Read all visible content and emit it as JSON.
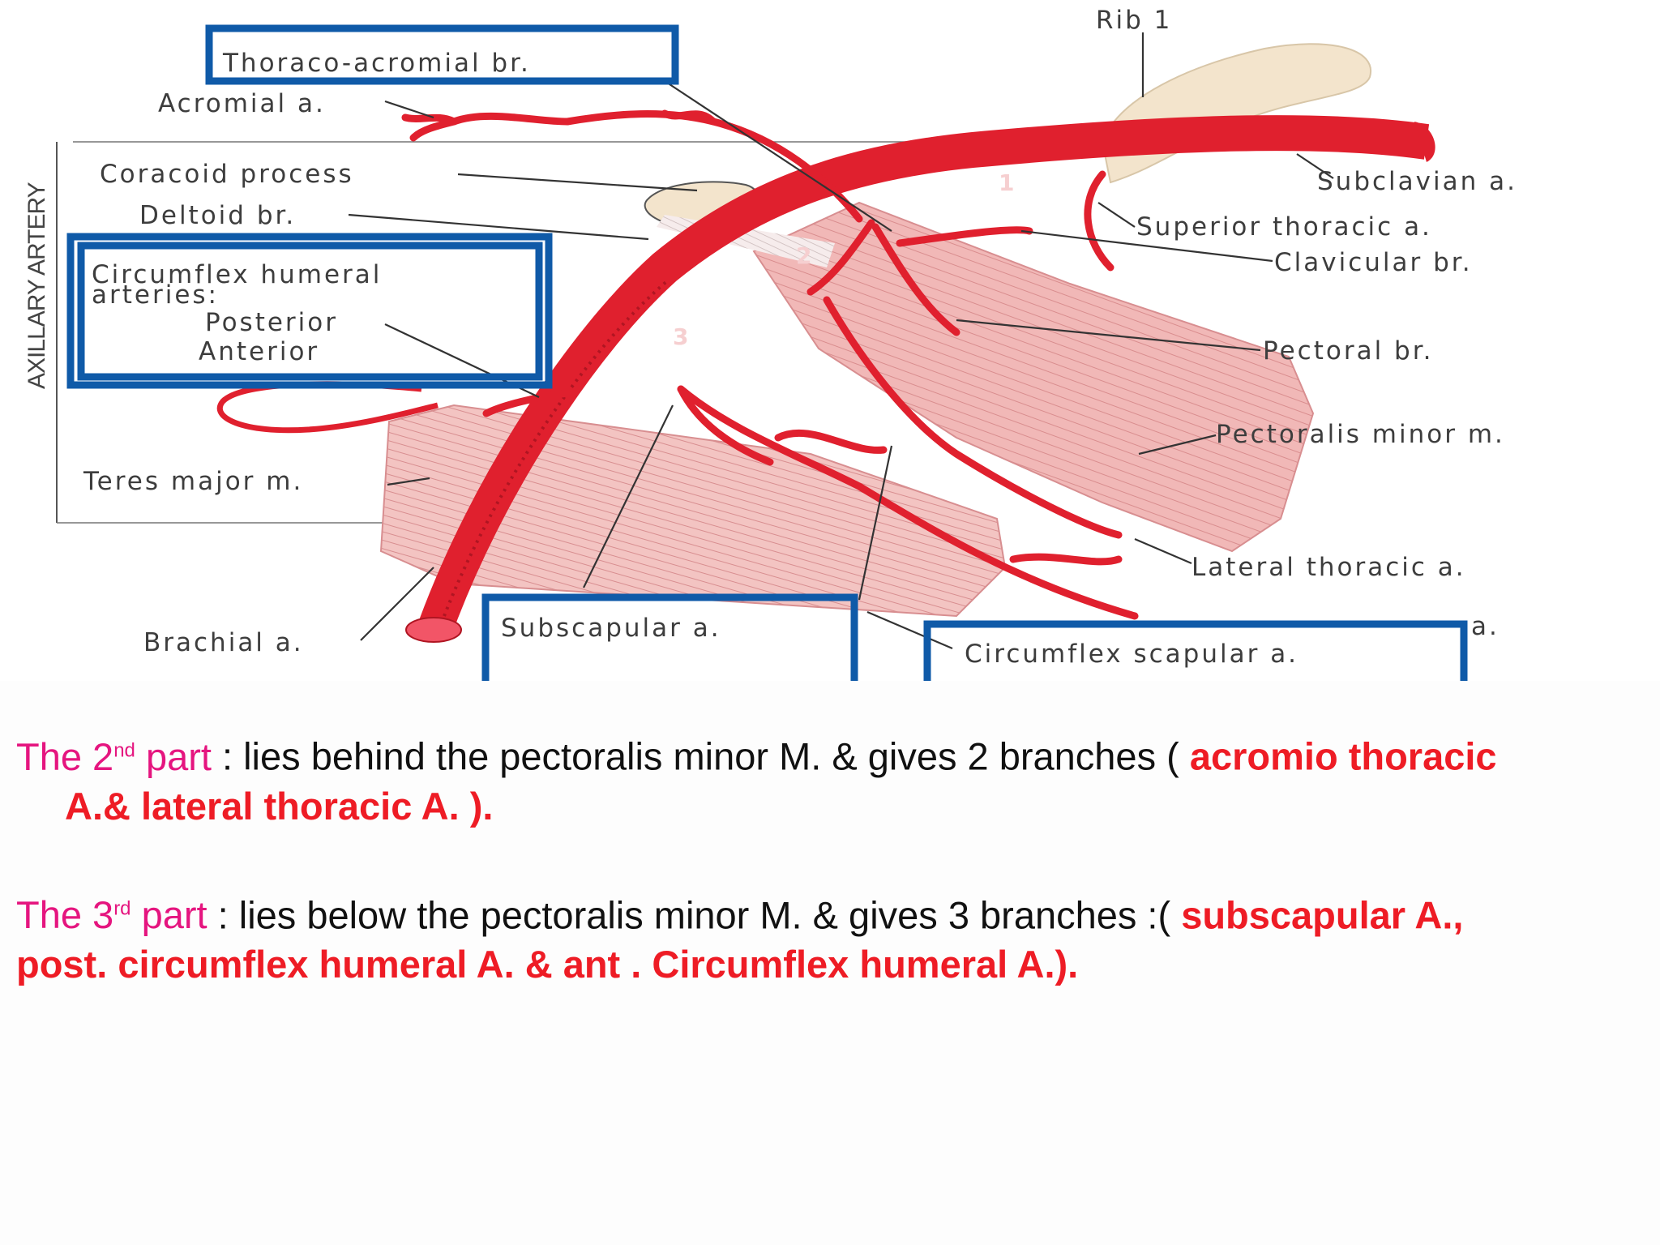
{
  "diagram": {
    "side_label": "AXILLARY ARTERY",
    "part_numbers": [
      "1",
      "2",
      "3"
    ],
    "labels": {
      "thoraco_acromial": "Thoraco-acromial br.",
      "acromial": "Acromial a.",
      "coracoid": "Coracoid process",
      "deltoid": "Deltoid br.",
      "circumflex_line1": "Circumflex humeral",
      "circumflex_line2": "arteries:",
      "posterior": "Posterior",
      "anterior": "Anterior",
      "teres_major": "Teres major m.",
      "brachial": "Brachial a.",
      "subscapular": "Subscapular a.",
      "circumflex_scapular": "Circumflex scapular a.",
      "thoracodorsal_tail": "a.",
      "rib1": "Rib 1",
      "subclavian": "Subclavian a.",
      "superior_thoracic": "Superior thoracic a.",
      "clavicular": "Clavicular br.",
      "pectoral": "Pectoral br.",
      "pectoralis_minor": "Pectoralis minor m.",
      "lateral_thoracic": "Lateral thoracic a."
    },
    "colors": {
      "artery": "#e0202e",
      "muscle": "#f1b8b7",
      "bone": "#f3e4cc",
      "highlight_box": "#0f5aa8"
    }
  },
  "text": {
    "p1": {
      "part_lead": "The 2",
      "part_sup": "nd",
      "part_tail": " part",
      "body": " : lies behind the pectoralis minor M. & gives 2 branches ( ",
      "red_1": "acromio thoracic",
      "red_2": "A.& lateral thoracic A. )."
    },
    "p2": {
      "part_lead": "The 3",
      "part_sup": "rd",
      "part_tail": " part",
      "body": " : lies below the pectoralis minor M. & gives 3 branches :( ",
      "red_1": "subscapular  A.,",
      "red_2": "post. circumflex humeral A. & ant . Circumflex humeral A.)."
    }
  }
}
